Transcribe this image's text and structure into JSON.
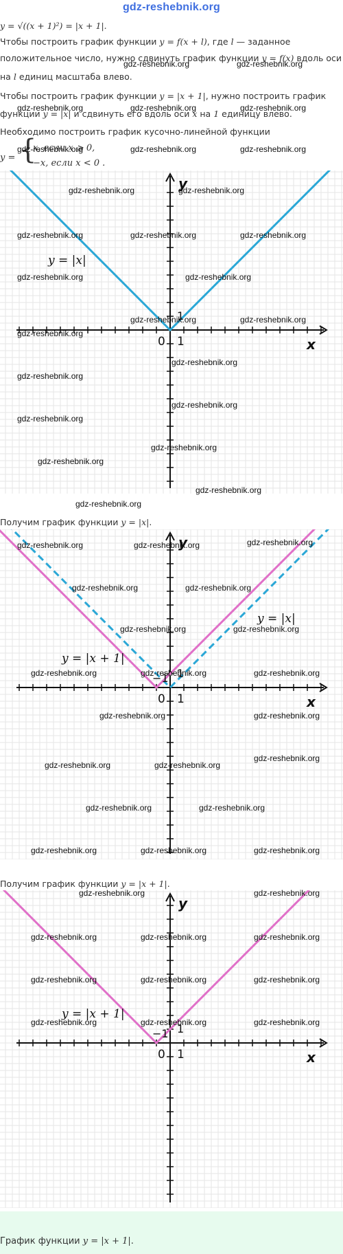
{
  "header": {
    "site": "gdz-reshebnik.org"
  },
  "text": {
    "eq1": "y = √((x + 1)²) = |x + 1|.",
    "line2a": "Чтобы построить график функции",
    "line2m": "y = f(x + l)",
    "line2b": ", где",
    "line2l": "l",
    "line2c": "— заданное",
    "line3a": "положительное число, нужно сдвинуть график функции",
    "line3m": "y = f(x)",
    "line3b": "вдоль оси",
    "line3x": "x",
    "line4a": "на",
    "line4l": "l",
    "line4b": "единиц масштаба влево.",
    "line5a": "Чтобы построить график функции",
    "line5m": "y = |x + 1|",
    "line5b": ", нужно построить график",
    "line6a": "функции",
    "line6m": "y = |x|",
    "line6b": "и сдвинуть его вдоль оси",
    "line6x": "x",
    "line6c": "на",
    "line6n": "1",
    "line6d": "единицу влево.",
    "line7": "Необходимо построить график кусочно-линейной функции",
    "pw_y": "y =",
    "pw_case1": "x, если x ⩾ 0,",
    "pw_case2": "−x, если x < 0 .",
    "para2a": "Получим график функции",
    "para2m": "y = |x|",
    "para2b": ".",
    "para3a": "Получим график функции",
    "para3m": "y = |x + 1|",
    "para3b": ".",
    "footer_a": "График функции",
    "footer_m": "y = |x + 1|",
    "footer_b": "."
  },
  "watermark": "gdz-reshebnik.org",
  "graphs": [
    {
      "axis_x": "x",
      "axis_y": "y",
      "origin": "0",
      "tick_x": "1",
      "tick_y": "1",
      "curve_labels": [
        "y = |x|"
      ],
      "colors": {
        "solid": "#2aa7d6"
      }
    },
    {
      "axis_x": "x",
      "axis_y": "y",
      "origin": "0",
      "tick_x": "1",
      "tick_neg_x": "−1",
      "tick_y": "1",
      "curve_labels": [
        "y = |x|",
        "y = |x + 1|"
      ],
      "colors": {
        "solid": "#e070c8",
        "dashed": "#2aa7d6"
      }
    },
    {
      "axis_x": "x",
      "axis_y": "y",
      "origin": "0",
      "tick_x": "1",
      "tick_neg_x": "−1",
      "tick_y": "1",
      "curve_labels": [
        "y = |x + 1|"
      ],
      "colors": {
        "solid": "#e070c8"
      }
    }
  ],
  "colors": {
    "footer_bg": "#e7fbee",
    "header": "#3f6fe0"
  }
}
